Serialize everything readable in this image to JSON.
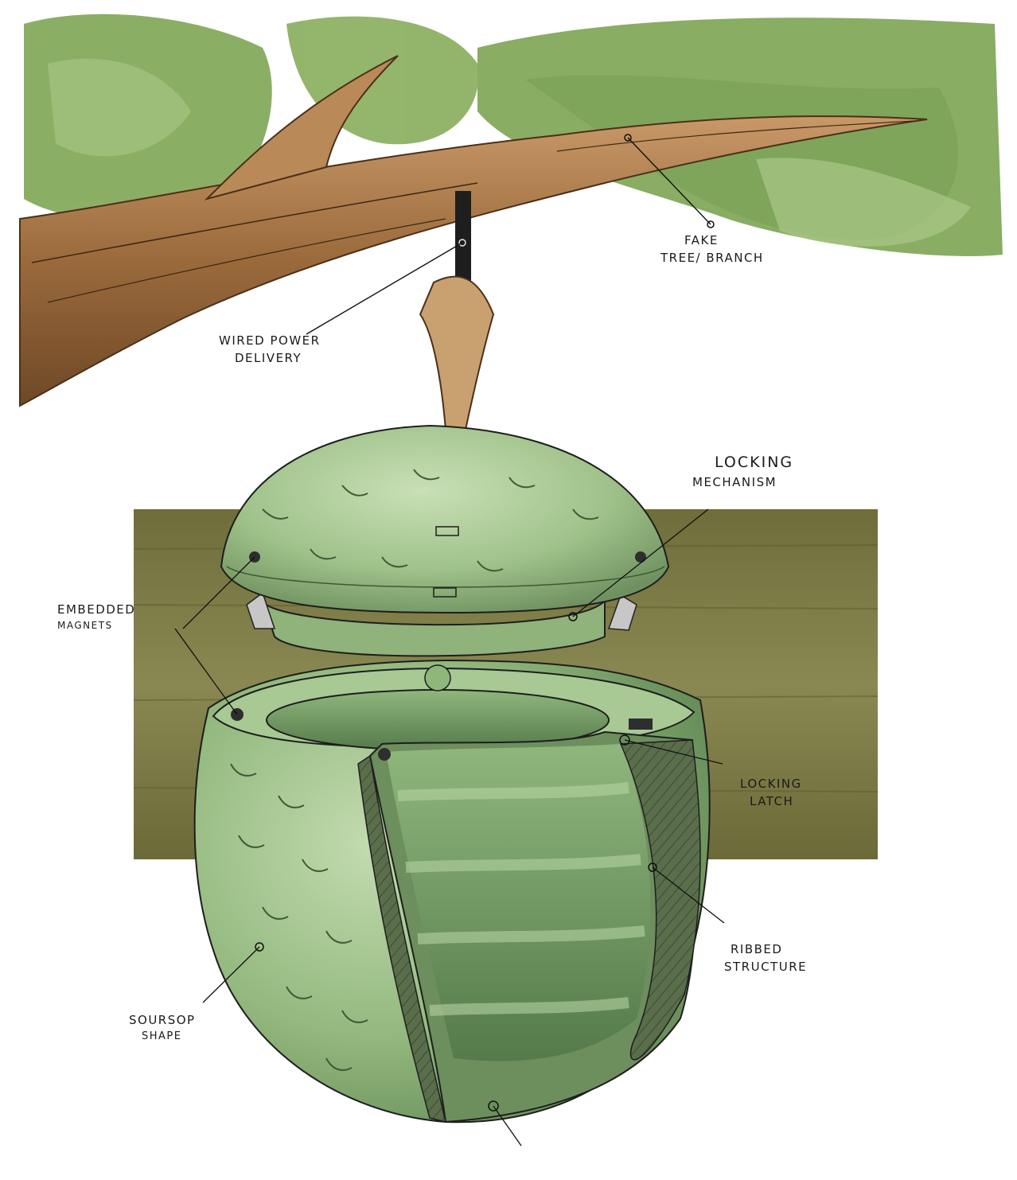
{
  "annotations": {
    "fake_tree": {
      "line1": "Fake",
      "line2": "Tree/ Branch"
    },
    "wired_power": {
      "line1": "Wired Power",
      "line2": "Delivery"
    },
    "locking_mechanism": {
      "line1": "Locking",
      "line2": "Mechanism"
    },
    "embedded_magnets": {
      "line1": "Embedded",
      "line2": "Magnets"
    },
    "locking_latch": {
      "line1": "Locking",
      "line2": "Latch"
    },
    "ribbed_structure": {
      "line1": "Ribbed",
      "line2": "Structure"
    },
    "soursop_shape": {
      "line1": "Soursop",
      "line2": "Shape"
    }
  },
  "colors": {
    "foliage": "#7fa655",
    "branch": "#9a6a3c",
    "backdrop": "#7b7a45",
    "fruit": "#9fc28a",
    "fruit_dark": "#5d7d52",
    "cable": "#1e1e1e",
    "stem": "#c9a070"
  }
}
